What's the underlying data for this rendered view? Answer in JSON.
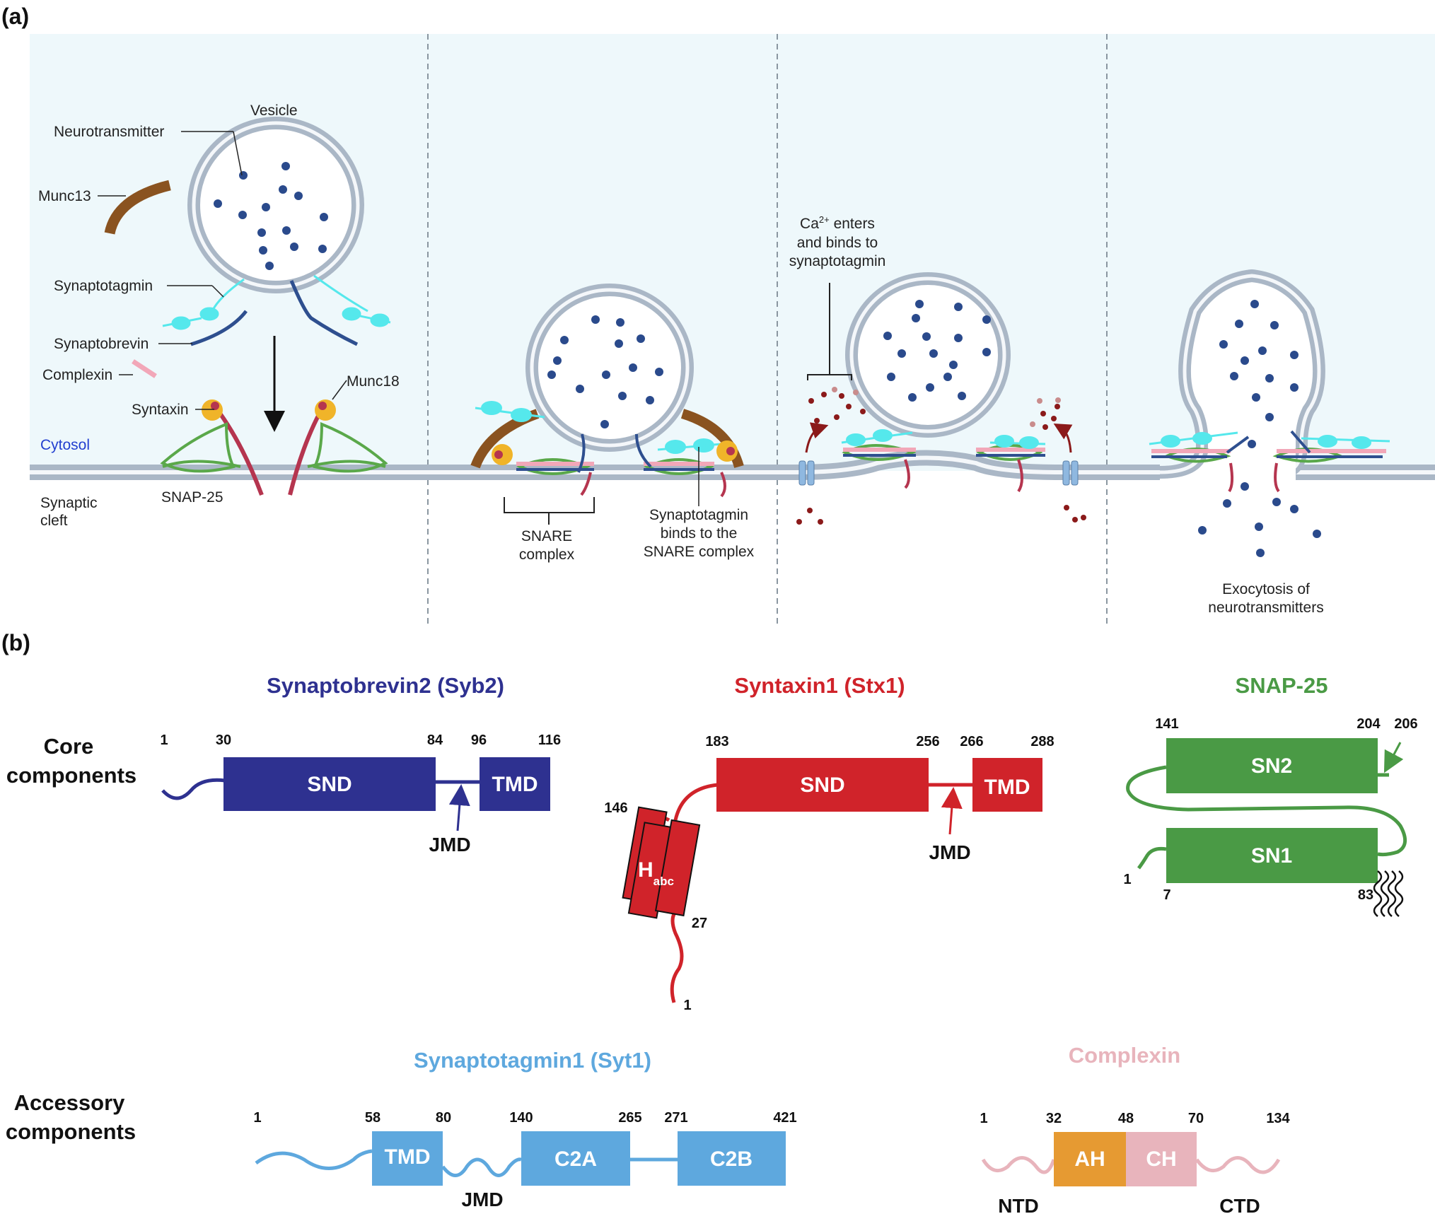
{
  "panel_a": {
    "label": "(a)",
    "colors": {
      "cytosol_bg": "#eef8fb",
      "membrane": "#aab7c6",
      "vesicle_inner": "#ffffff",
      "neurotransmitter": "#2a4a8c",
      "synaptotagmin": "#55e8ec",
      "synaptobrevin": "#2e4f8f",
      "complexin": "#f2a7b8",
      "syntaxin": "#b5354f",
      "snap25": "#5aa84a",
      "munc13": "#8a5320",
      "munc18": "#f0b429",
      "calcium": "#8b1a1a"
    },
    "labels": {
      "vesicle": "Vesicle",
      "neurotransmitter": "Neurotransmitter",
      "munc13": "Munc13",
      "synaptotagmin": "Synaptotagmin",
      "synaptobrevin": "Synaptobrevin",
      "complexin": "Complexin",
      "munc18": "Munc18",
      "syntaxin": "Syntaxin",
      "cytosol": "Cytosol",
      "synaptic_cleft_1": "Synaptic",
      "synaptic_cleft_2": "cleft",
      "snap25": "SNAP-25",
      "snare_complex_1": "SNARE",
      "snare_complex_2": "complex",
      "syt_binds_1": "Synaptotagmin",
      "syt_binds_2": "binds to the",
      "syt_binds_3": "SNARE complex",
      "ca_enters_pre": "Ca",
      "ca_enters_sup": "2+",
      "ca_enters_post": " enters",
      "ca_enters_2": "and binds to",
      "ca_enters_3": "synaptotagmin",
      "exocytosis_1": "Exocytosis of",
      "exocytosis_2": "neurotransmitters"
    }
  },
  "panel_b": {
    "label": "(b)",
    "core_label_1": "Core",
    "core_label_2": "components",
    "accessory_label_1": "Accessory",
    "accessory_label_2": "components",
    "syb2": {
      "title": "Synaptobrevin2 (Syb2)",
      "color": "#2e3190",
      "domains": [
        "SND",
        "TMD"
      ],
      "positions": [
        "1",
        "30",
        "84",
        "96",
        "116"
      ],
      "jmd": "JMD"
    },
    "stx1": {
      "title": "Syntaxin1 (Stx1)",
      "color": "#d0232a",
      "domains": [
        "SND",
        "TMD"
      ],
      "habc_main": "H",
      "habc_sub": "abc",
      "positions": [
        "183",
        "256",
        "266",
        "288",
        "146",
        "27",
        "1"
      ],
      "jmd": "JMD"
    },
    "snap25": {
      "title": "SNAP-25",
      "color": "#4a9a45",
      "domains": [
        "SN2",
        "SN1"
      ],
      "positions": [
        "141",
        "204",
        "206",
        "1",
        "7",
        "83"
      ]
    },
    "syt1": {
      "title": "Synaptotagmin1 (Syt1)",
      "color": "#5ea8de",
      "domains": [
        "TMD",
        "C2A",
        "C2B"
      ],
      "positions": [
        "1",
        "58",
        "80",
        "140",
        "265",
        "271",
        "421"
      ],
      "jmd": "JMD"
    },
    "complexin": {
      "title": "Complexin",
      "color": "#e8b4bc",
      "ah_color": "#e69a32",
      "domains": [
        "AH",
        "CH"
      ],
      "positions": [
        "1",
        "32",
        "48",
        "70",
        "134"
      ],
      "ntd": "NTD",
      "ctd": "CTD"
    }
  }
}
